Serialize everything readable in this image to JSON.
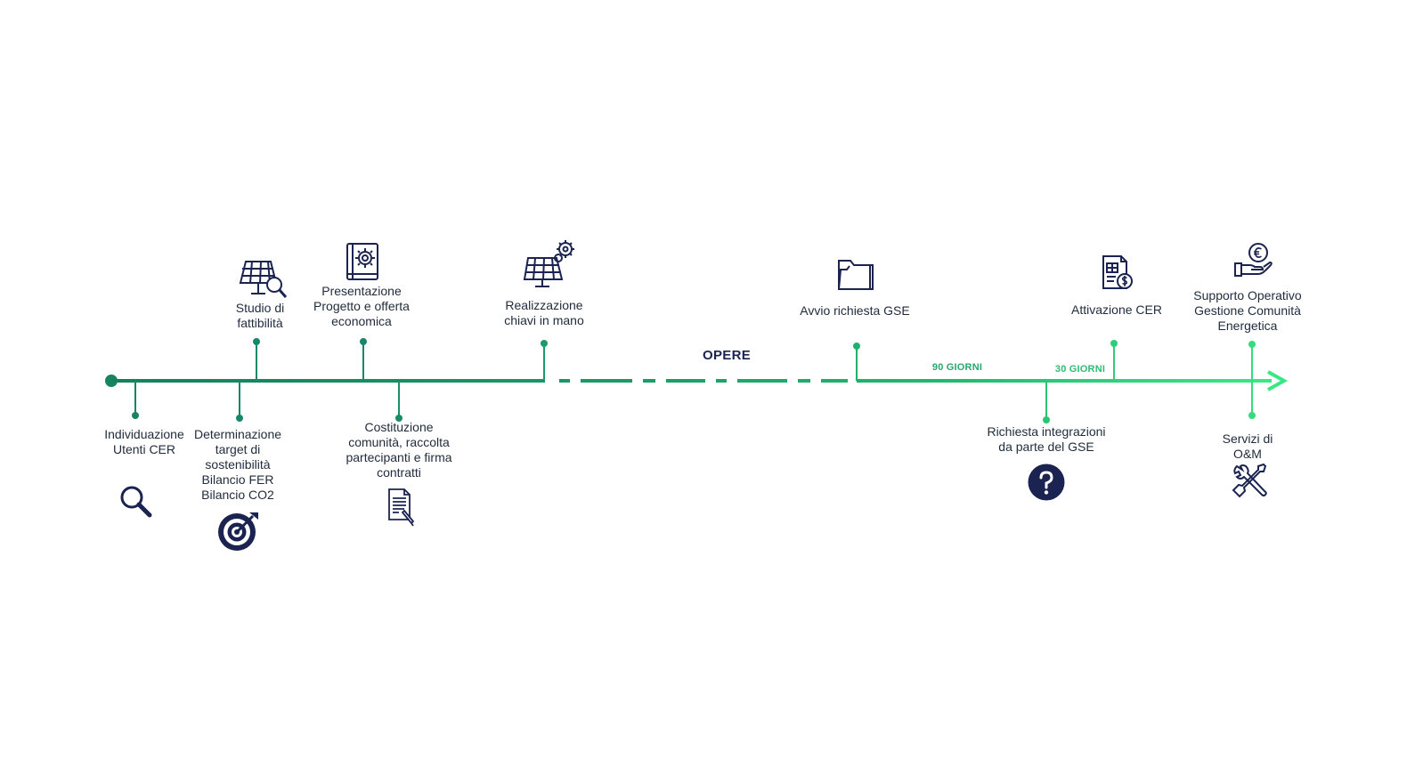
{
  "colors": {
    "dark_green": "#16845f",
    "light_green": "#33df7d",
    "navy": "#1b2450",
    "text": "#1f2b3c"
  },
  "phase_label": "OPERE",
  "durations": {
    "first": "90 GIORNI",
    "second": "30 GIORNI"
  },
  "milestones_top": [
    {
      "id": "studio",
      "lines": [
        "Studio di",
        "fattibilità"
      ],
      "icon": "solar-panel-magnifier-icon"
    },
    {
      "id": "presentazione",
      "lines": [
        "Presentazione",
        "Progetto e offerta",
        "economica"
      ],
      "icon": "gear-book-icon"
    },
    {
      "id": "realizzazione",
      "lines": [
        "Realizzazione",
        "chiavi in mano"
      ],
      "icon": "solar-panel-gears-icon"
    },
    {
      "id": "avvio",
      "lines": [
        "Avvio richiesta GSE"
      ],
      "icon": "folder-icon"
    },
    {
      "id": "attivazione",
      "lines": [
        "Attivazione CER"
      ],
      "icon": "invoice-dollar-icon"
    },
    {
      "id": "supporto",
      "lines": [
        "Supporto Operativo",
        "Gestione Comunità",
        "Energetica"
      ],
      "icon": "hand-euro-coin-icon"
    }
  ],
  "milestones_bottom": [
    {
      "id": "individuazione",
      "lines": [
        "Individuazione",
        "Utenti CER"
      ],
      "icon": "search-icon"
    },
    {
      "id": "determinazione",
      "lines": [
        "Determinazione",
        "target di",
        "sostenibilità",
        "Bilancio FER",
        "Bilancio CO2"
      ],
      "icon": "target-icon"
    },
    {
      "id": "costituzione",
      "lines": [
        "Costituzione",
        "comunità, raccolta",
        "partecipanti e firma",
        "contratti"
      ],
      "icon": "contract-pen-icon"
    },
    {
      "id": "richiesta",
      "lines": [
        "Richiesta integrazioni",
        "da parte del GSE"
      ],
      "icon": "question-circle-icon"
    },
    {
      "id": "servizi",
      "lines": [
        "Servizi di",
        "O&M"
      ],
      "icon": "wrench-screwdriver-icon"
    }
  ]
}
